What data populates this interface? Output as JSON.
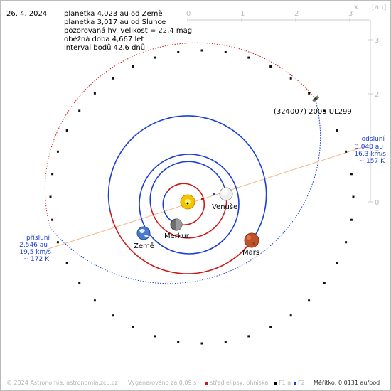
{
  "header": {
    "date": "26. 4. 2024",
    "info_lines": [
      "planetka 4,023 au od Země",
      "planetka 3,017 au od Slunce",
      "pozorovaná hv. velikost = 22,4 mag",
      "oběžná doba 4,667 let",
      "interval bodů 42,6 dnů"
    ]
  },
  "axes": {
    "x_label": "x",
    "unit": "[au]",
    "x_ticks": [
      "0",
      "1",
      "2",
      "3"
    ],
    "y_ticks": [
      "3",
      "2",
      "1",
      "0"
    ]
  },
  "objects": {
    "asteroid": "(324007) 2005 UL299",
    "venus": "Venuše",
    "mercury": "Merkur",
    "earth": "Země",
    "mars": "Mars"
  },
  "aphelion": {
    "label": "odsluní",
    "distance": "3,040 au",
    "speed": "16,3 km/s",
    "temp": "~ 157 K"
  },
  "perihelion": {
    "label": "přísluní",
    "distance": "2,546 au",
    "speed": "19,5 km/s",
    "temp": "~ 172 K"
  },
  "footer": {
    "copyright": "© 2024 Astronomia, astronomia.zcu.cz",
    "generated": "Vygenerováno za 0,09 s",
    "legend_center": "střed elipsy, ohniska",
    "legend_f1": "F1 a",
    "legend_f2": "F2",
    "scale_label": "Měřítko:",
    "scale_value": "0,0131 au/bod"
  },
  "colors": {
    "orbit_blue": "#1a3fd6",
    "orbit_red": "#cc1a1a",
    "apsides_line": "#f5b88a",
    "axis_grey": "#cccccc",
    "label_blue": "#1c3fd6"
  }
}
